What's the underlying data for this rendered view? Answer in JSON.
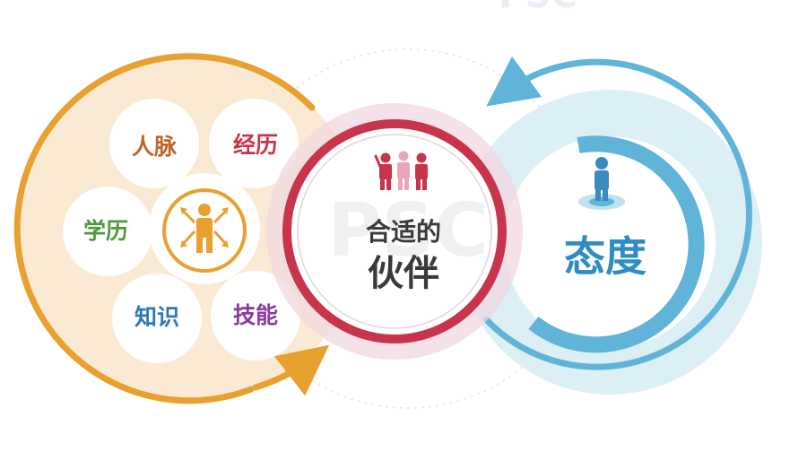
{
  "colors": {
    "orange": "#E8A02E",
    "crimson": "#C8344C",
    "blue": "#5FB4D8",
    "pale_orange": "#FBEAD3",
    "pale_blue": "#DCEFF5",
    "pink_ring": "#F2D8E0"
  },
  "watermark_top": "PSC",
  "watermark_center": "PSC",
  "left_group": {
    "icon": "person-arrows-icon",
    "items": [
      {
        "label": "人脉",
        "color": "#C0652A"
      },
      {
        "label": "经历",
        "color": "#C8344C"
      },
      {
        "label": "学历",
        "color": "#4E9A3C"
      },
      {
        "label": "知识",
        "color": "#2E79B5"
      },
      {
        "label": "技能",
        "color": "#8B3A9C"
      }
    ]
  },
  "center_group": {
    "icon": "team-icon",
    "line1": "合适的",
    "line2": "伙伴"
  },
  "right_group": {
    "icon": "person-on-target-icon",
    "label": "态度"
  }
}
